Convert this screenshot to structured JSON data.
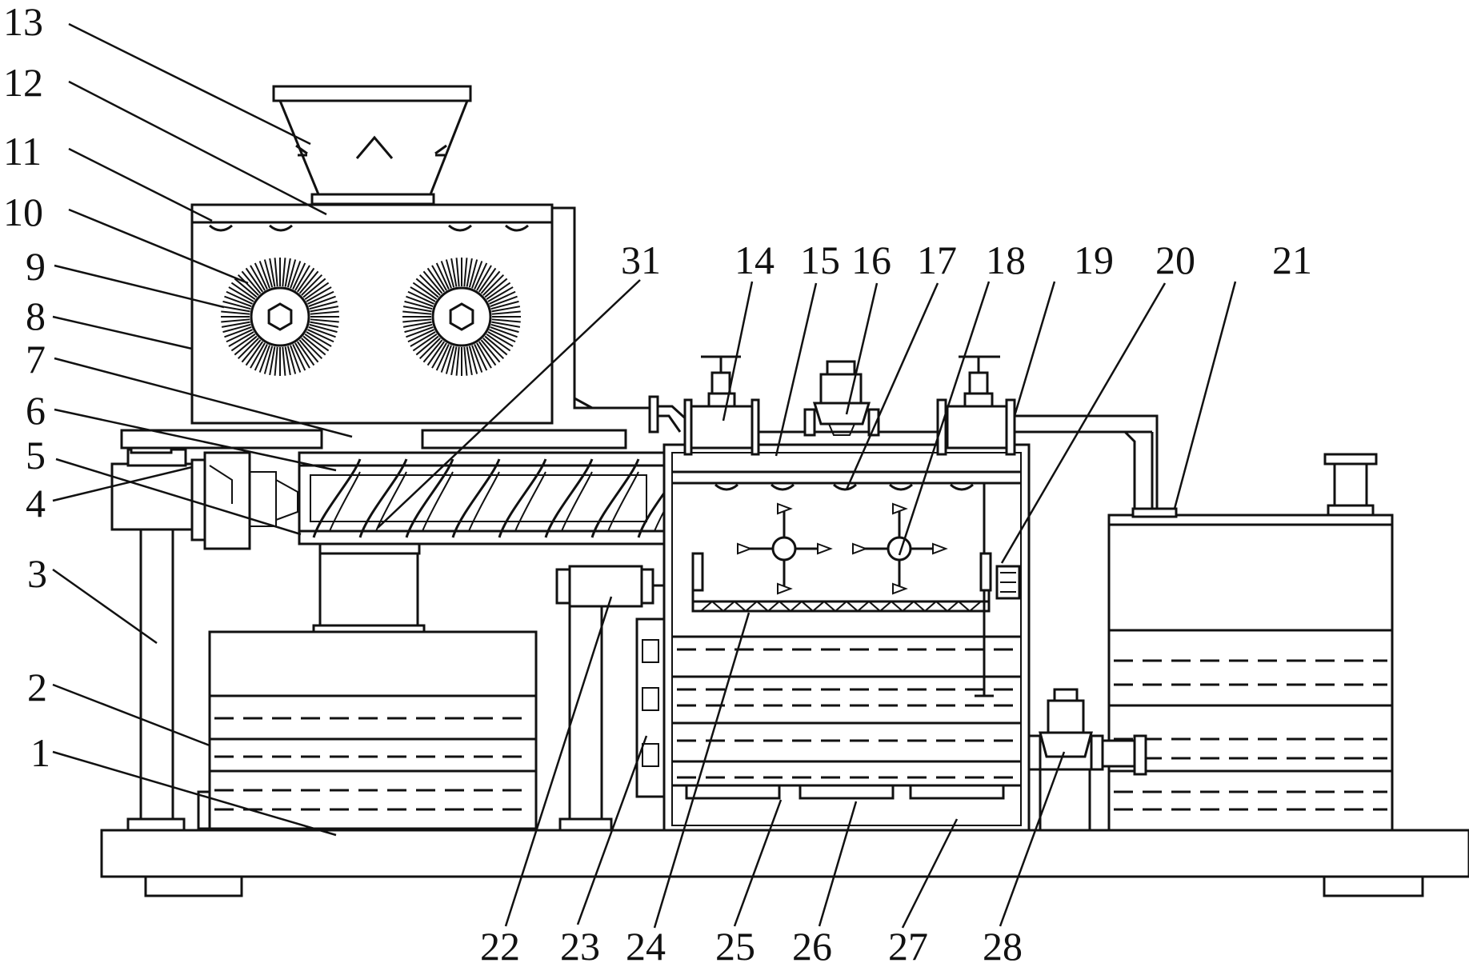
{
  "labels": {
    "l1": "1",
    "l2": "2",
    "l3": "3",
    "l4": "4",
    "l5": "5",
    "l6": "6",
    "l7": "7",
    "l8": "8",
    "l9": "9",
    "l10": "10",
    "l11": "11",
    "l12": "12",
    "l13": "13",
    "l14": "14",
    "l15": "15",
    "l16": "16",
    "l17": "17",
    "l18": "18",
    "l19": "19",
    "l20": "20",
    "l21": "21",
    "l22": "22",
    "l23": "23",
    "l24": "24",
    "l25": "25",
    "l26": "26",
    "l27": "27",
    "l28": "28",
    "l31": "31"
  }
}
